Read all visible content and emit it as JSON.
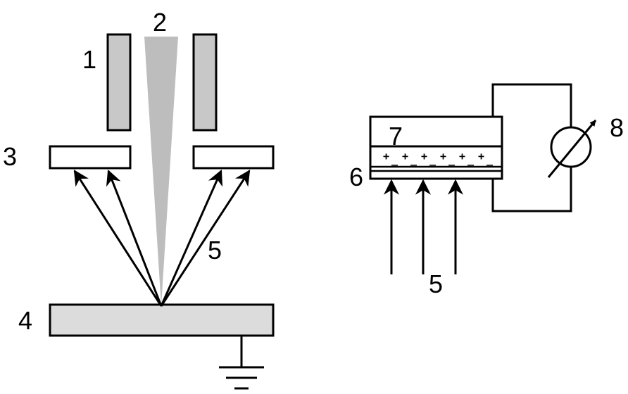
{
  "labels": {
    "n1": "1",
    "n2": "2",
    "n3": "3",
    "n4": "4",
    "n5_left": "5",
    "n5_right": "5",
    "n6": "6",
    "n7": "7",
    "n8": "8"
  },
  "charges": {
    "plus": "+",
    "minus": "_"
  },
  "colors": {
    "stroke": "#000000",
    "column_fill": "#c8c8c8",
    "beam_fill": "#bdbdbd",
    "sample_fill": "#dcdcdc",
    "background": "#ffffff"
  }
}
